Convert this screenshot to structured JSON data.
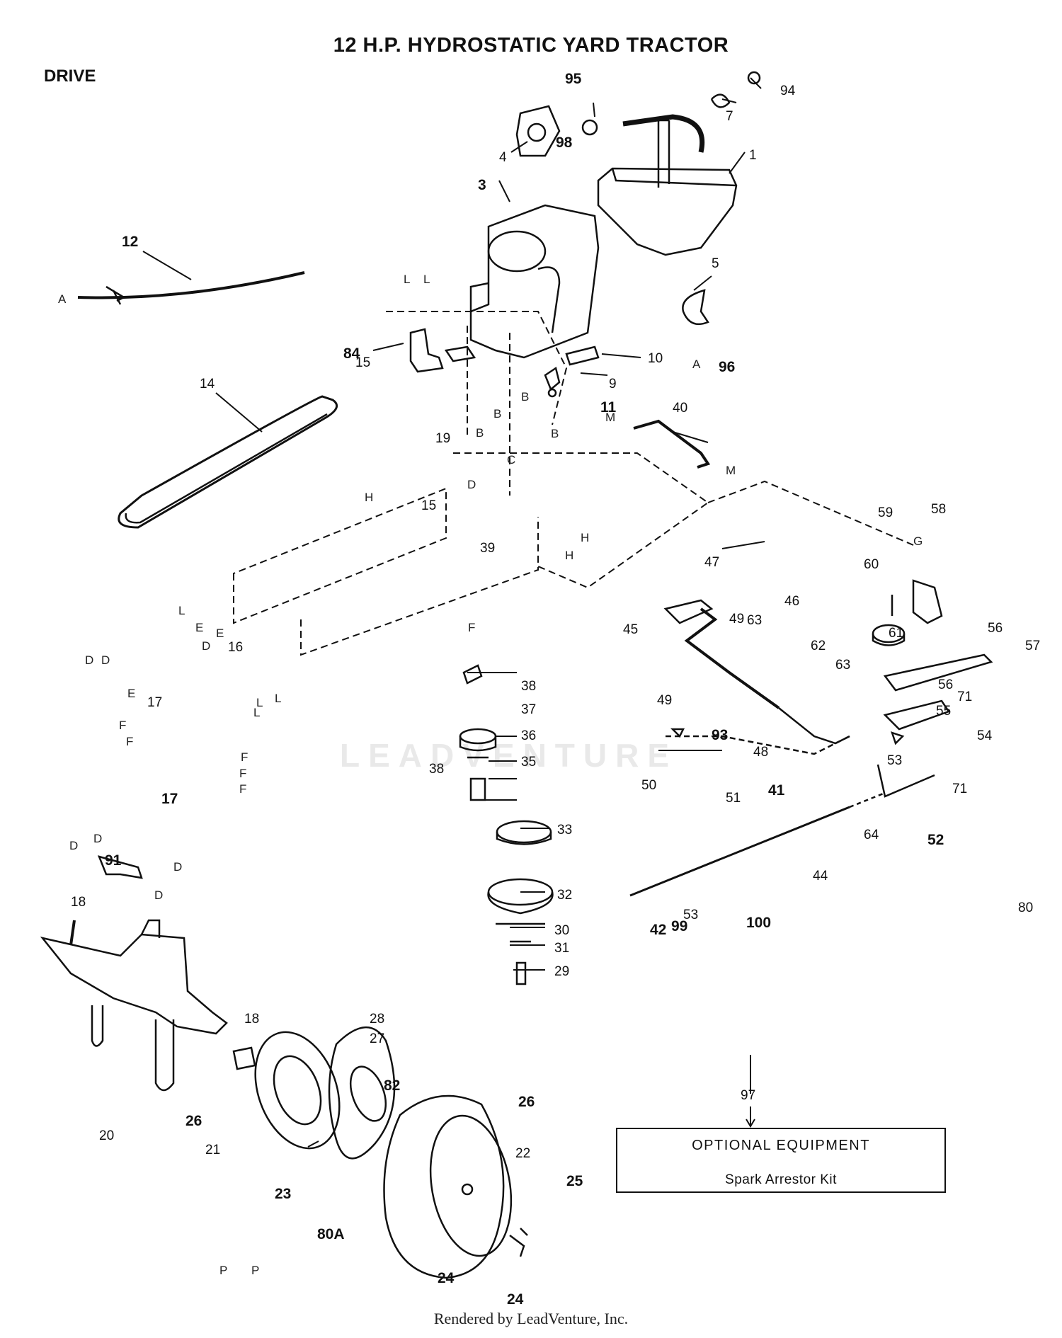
{
  "title": "12  H.P. HYDROSTATIC YARD TRACTOR",
  "section": "DRIVE",
  "watermark": "LEADVENTURE",
  "optional_equipment": {
    "heading": "OPTIONAL EQUIPMENT",
    "item": "Spark Arrestor Kit",
    "ref_number": "97"
  },
  "footer": "Rendered by LeadVenture, Inc.",
  "callouts": [
    "1",
    "3",
    "4",
    "5",
    "7",
    "9",
    "10",
    "11",
    "12",
    "14",
    "15",
    "15",
    "16",
    "17",
    "17",
    "18",
    "18",
    "19",
    "20",
    "21",
    "22",
    "23",
    "24",
    "24",
    "25",
    "26",
    "26",
    "27",
    "28",
    "29",
    "30",
    "31",
    "32",
    "33",
    "35",
    "36",
    "37",
    "38",
    "38",
    "39",
    "40",
    "41",
    "42",
    "44",
    "45",
    "46",
    "47",
    "48",
    "49",
    "49",
    "50",
    "51",
    "52",
    "53",
    "53",
    "54",
    "55",
    "56",
    "56",
    "57",
    "58",
    "59",
    "60",
    "61",
    "62",
    "63",
    "63",
    "64",
    "71",
    "71",
    "80",
    "80A",
    "82",
    "84",
    "91",
    "93",
    "94",
    "95",
    "96",
    "98",
    "99",
    "100"
  ],
  "reference_letters": [
    "A",
    "A",
    "B",
    "B",
    "B",
    "B",
    "C",
    "D",
    "D",
    "D",
    "D",
    "D",
    "D",
    "D",
    "D",
    "E",
    "E",
    "E",
    "F",
    "F",
    "F",
    "F",
    "F",
    "F",
    "G",
    "H",
    "H",
    "H",
    "L",
    "L",
    "L",
    "L",
    "L",
    "L",
    "M",
    "M",
    "P",
    "P"
  ]
}
